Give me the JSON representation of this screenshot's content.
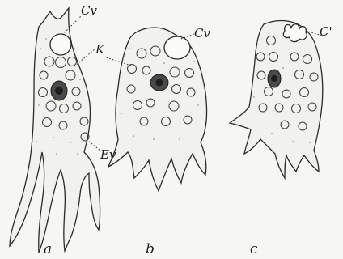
{
  "labels": {
    "a": {
      "cv": "Cv",
      "k": "K",
      "ev": "Ev",
      "letter": "a"
    },
    "b": {
      "cv": "Cv",
      "letter": "b"
    },
    "c": {
      "cv": "C'",
      "letter": "c"
    }
  },
  "colors": {
    "ink": "#2a2a2a",
    "paper": "#f6f6f3"
  }
}
